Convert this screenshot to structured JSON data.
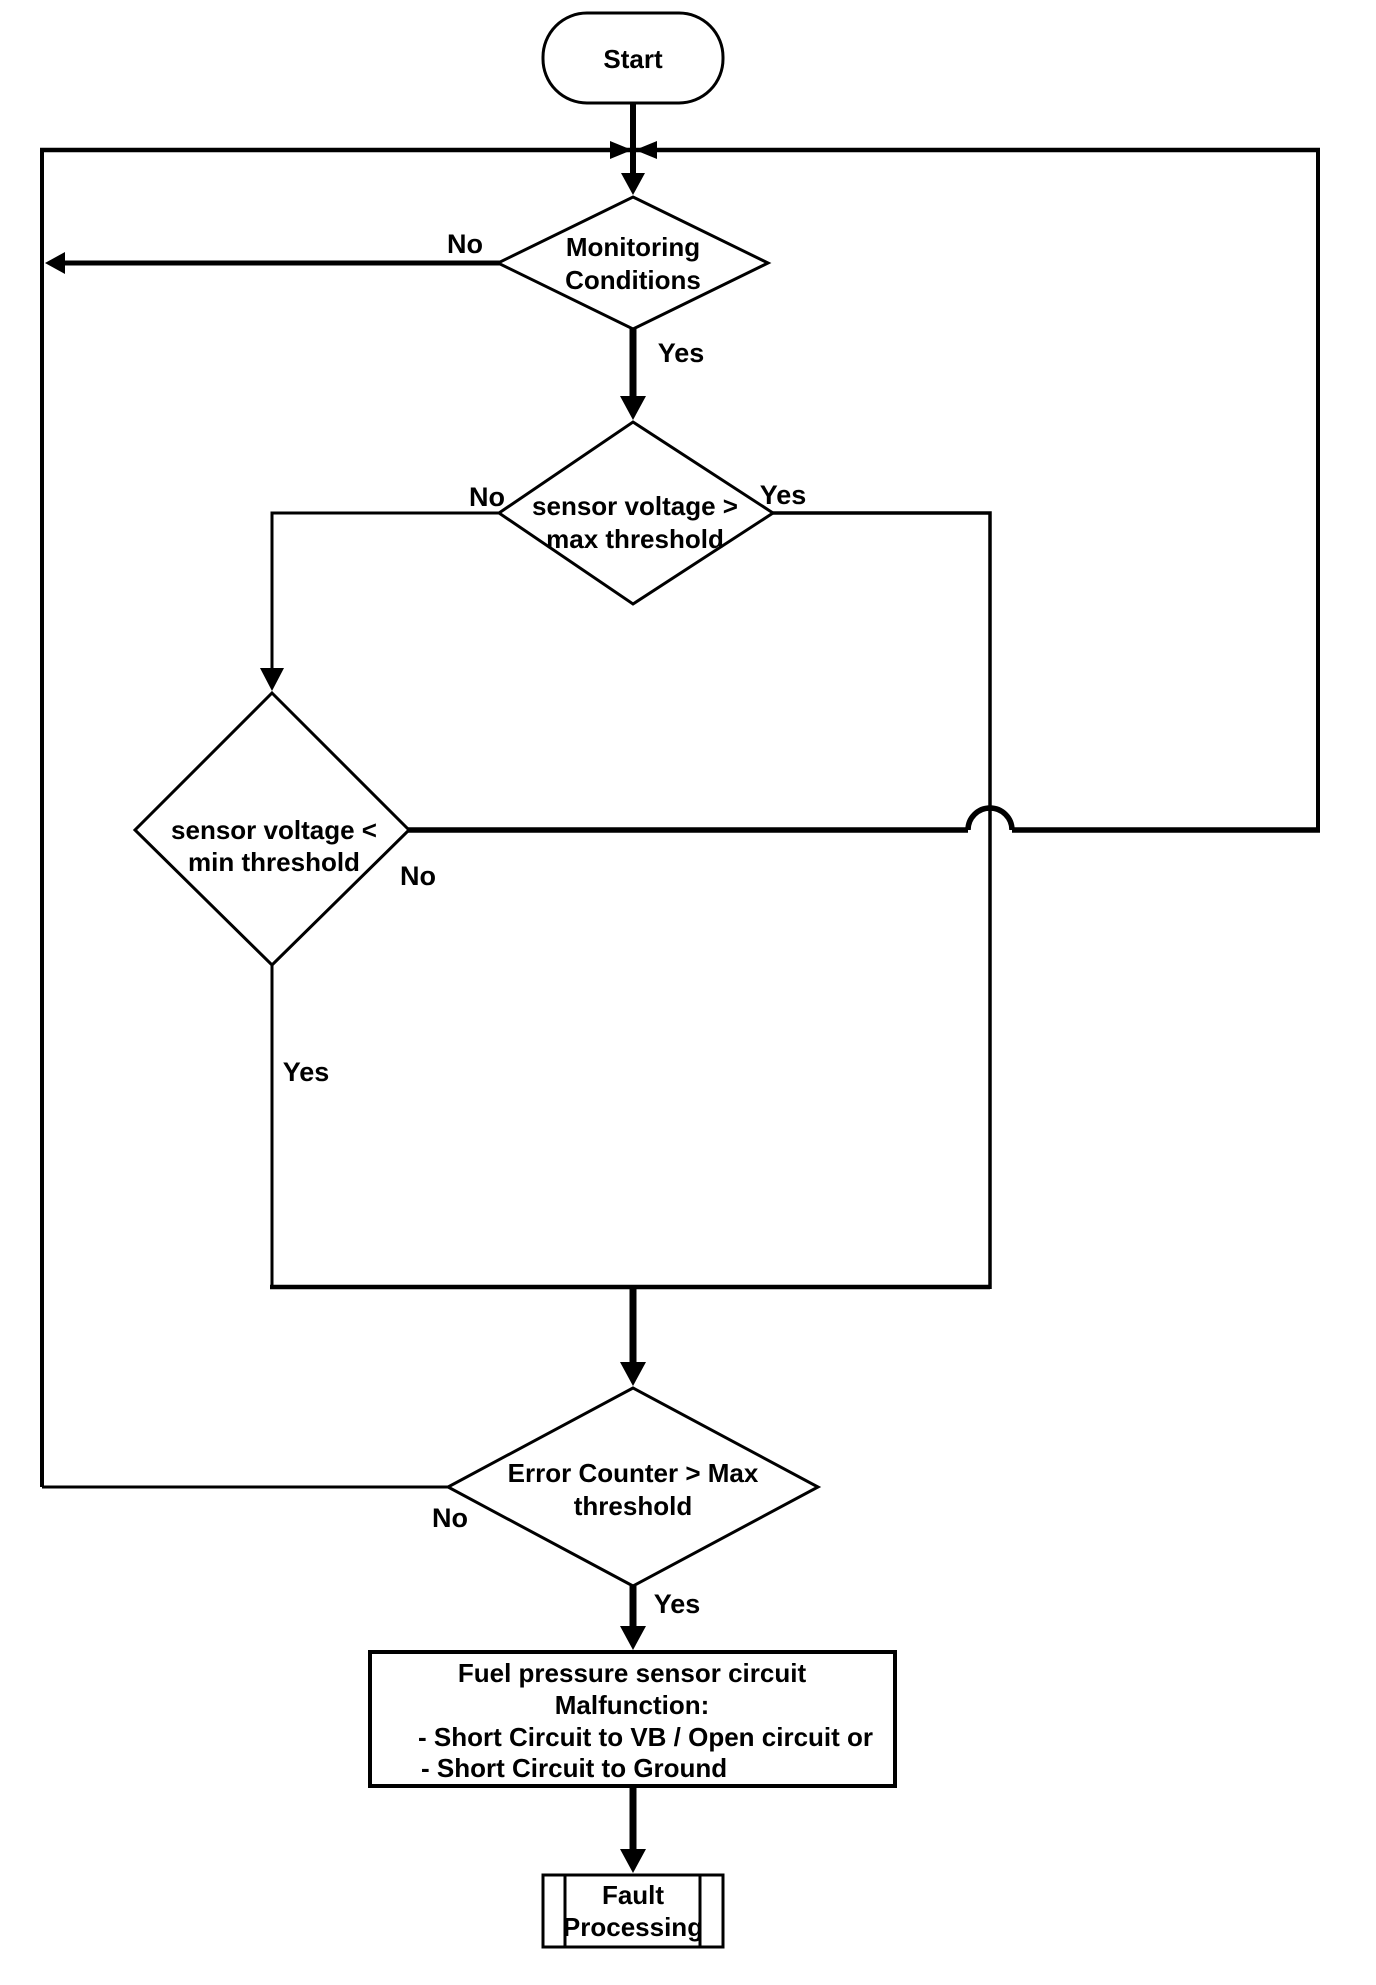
{
  "nodes": {
    "start": {
      "label": "Start"
    },
    "monitoring": {
      "line1": "Monitoring",
      "line2": "Conditions"
    },
    "max_threshold": {
      "line1": "sensor voltage >",
      "line2": "max threshold"
    },
    "min_threshold": {
      "line1": "sensor voltage <",
      "line2": "min threshold"
    },
    "error_counter": {
      "line1": "Error Counter > Max",
      "line2": "threshold"
    },
    "malfunction": {
      "line1": "Fuel pressure sensor circuit",
      "line2": "Malfunction:",
      "line3": "- Short Circuit to VB / Open circuit or",
      "line4": "- Short Circuit to Ground"
    },
    "fault": {
      "line1": "Fault",
      "line2": "Processing"
    }
  },
  "edge_labels": {
    "monitoring_no": "No",
    "monitoring_yes": "Yes",
    "max_no": "No",
    "max_yes": "Yes",
    "min_no": "No",
    "min_yes": "Yes",
    "error_no": "No",
    "error_yes": "Yes"
  },
  "colors": {
    "line": "#000000",
    "fill": "#ffffff"
  }
}
